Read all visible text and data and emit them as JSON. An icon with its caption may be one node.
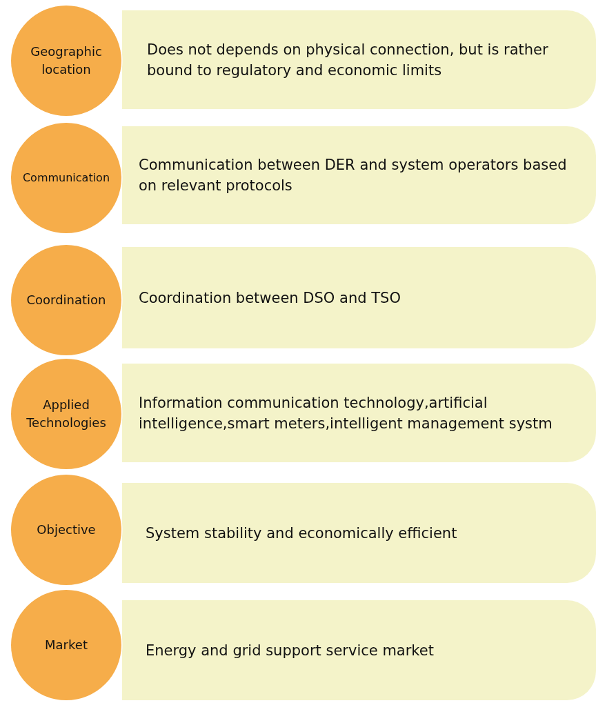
{
  "diagram": {
    "nodes": [
      {
        "text": [
          "Geographic location"
        ]
      },
      {
        "text": [
          "Does not depends on physical connection, but is rather bound to regulatory and economic limits"
        ]
      },
      {
        "text": [
          "Communication"
        ]
      },
      {
        "text": [
          "Communication between DER and system operators based on relevant protocols"
        ]
      },
      {
        "text": [
          "Coordination"
        ]
      },
      {
        "text": [
          "Coordination between DSO and TSO"
        ]
      },
      {
        "text": [
          "Applied Technologies"
        ]
      },
      {
        "text": [
          "Information communication technology,artificial intelligence,smart meters,intelligent management systm"
        ]
      },
      {
        "text": [
          "Objective"
        ]
      },
      {
        "text": [
          "System stability and economically efficient"
        ]
      },
      {
        "text": [
          "Market"
        ]
      },
      {
        "text": [
          "Energy and grid support service market"
        ]
      }
    ]
  }
}
